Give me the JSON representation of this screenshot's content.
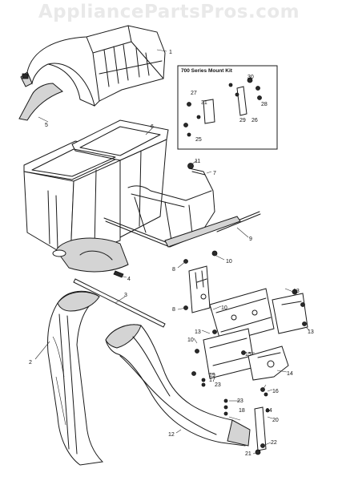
{
  "watermark": "AppliancePartsPros.com",
  "kit": {
    "title": "700 Series Mount Kit"
  },
  "callouts": {
    "c1": "1",
    "c2": "2",
    "c3": "3",
    "c4": "4",
    "c5": "5",
    "c6": "6",
    "c7": "7",
    "c8a": "8",
    "c8b": "8",
    "c9": "9",
    "c10a": "10",
    "c10b": "10",
    "c10c": "10",
    "c11": "11",
    "c12": "12",
    "c13a": "13",
    "c13b": "13",
    "c13c": "13",
    "c14": "14",
    "c15": "15",
    "c16": "16",
    "c17": "17",
    "c18": "18",
    "c19": "19",
    "c20": "20",
    "c21": "21",
    "c22": "22",
    "c23a": "23",
    "c23b": "23",
    "c24": "24",
    "c25": "25",
    "c26": "26",
    "c27": "27",
    "c28": "28",
    "c29": "29",
    "c30": "30",
    "c31": "31"
  }
}
